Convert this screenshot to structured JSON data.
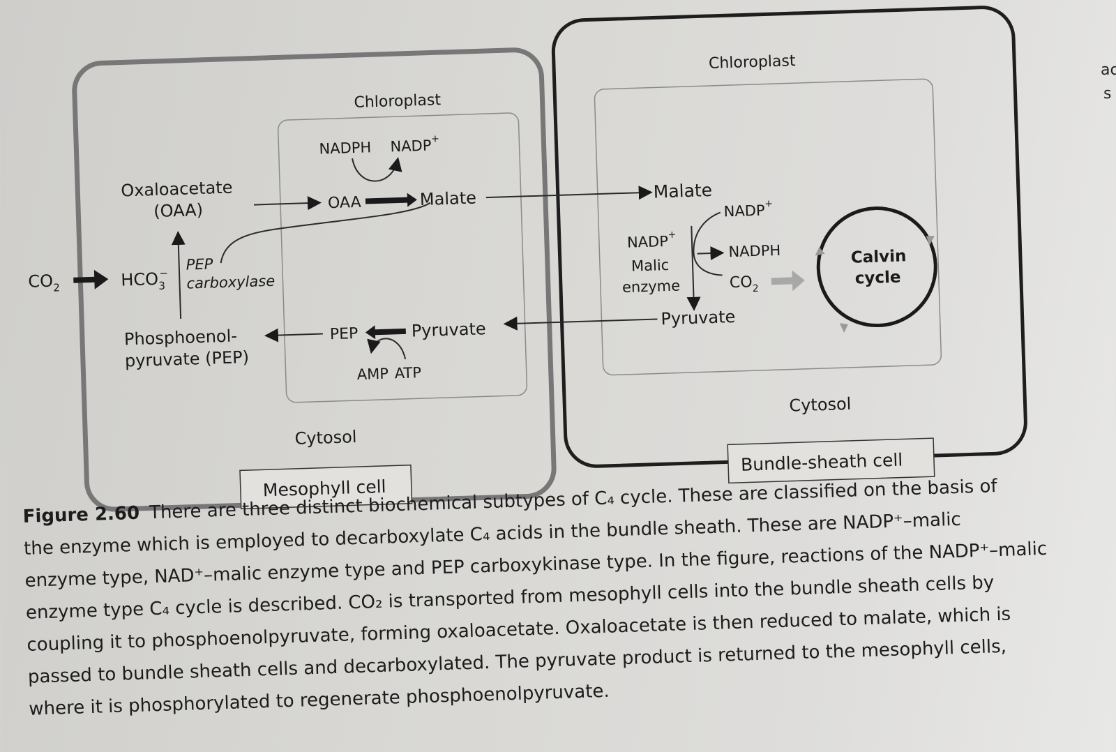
{
  "diagram": {
    "mesophyll": {
      "chloroplast_label": "Chloroplast",
      "cytosol_label": "Cytosol",
      "cell_label": "Mesophyll cell",
      "co2": "CO",
      "co2_sub": "2",
      "hco3": "HCO",
      "hco3_sub": "3",
      "hco3_sup": "−",
      "pep_carboxylase_1": "PEP",
      "pep_carboxylase_2": "carboxylase",
      "oaa_1": "Oxaloacetate",
      "oaa_2": "(OAA)",
      "oaa_short": "OAA",
      "nadph": "NADPH",
      "nadp": "NADP",
      "nadp_sup": "+",
      "malate": "Malate",
      "pep_1": "Phosphoenol-",
      "pep_2": "pyruvate (PEP)",
      "pep_short": "PEP",
      "pyruvate": "Pyruvate",
      "amp": "AMP",
      "atp": "ATP"
    },
    "bundle_sheath": {
      "chloroplast_label": "Chloroplast",
      "cytosol_label": "Cytosol",
      "cell_label": "Bundle-sheath cell",
      "malate": "Malate",
      "nadp_out": "NADP",
      "nadp_out_sup": "+",
      "nadp_in": "NADP",
      "nadp_in_sup": "+",
      "malic_1": "Malic",
      "malic_2": "enzyme",
      "nadph": "NADPH",
      "co2": "CO",
      "co2_sub": "2",
      "calvin_1": "Calvin",
      "calvin_2": "cycle",
      "pyruvate": "Pyruvate"
    }
  },
  "caption": {
    "figure_label": "Figure 2.60",
    "lines": [
      "There are three distinct biochemical subtypes of C₄ cycle. These are classified on the basis of",
      "the enzyme which is employed to decarboxylate C₄ acids in the bundle sheath. These are NADP⁺–malic",
      "enzyme type, NAD⁺–malic enzyme type and PEP carboxykinase type. In the figure, reactions of the  NADP⁺–malic",
      "enzyme type C₄ cycle is described. CO₂ is transported from mesophyll cells into the bundle sheath cells by",
      "coupling it to phosphoenolpyruvate, forming oxaloacetate. Oxaloacetate is then reduced to malate, which is",
      "passed to bundle sheath cells and decarboxylated. The pyruvate product is returned to the mesophyll cells,",
      "where it is phosphorylated to regenerate phosphoenolpyruvate."
    ]
  },
  "edge_text": {
    "line1": "ac",
    "line2": "s"
  }
}
